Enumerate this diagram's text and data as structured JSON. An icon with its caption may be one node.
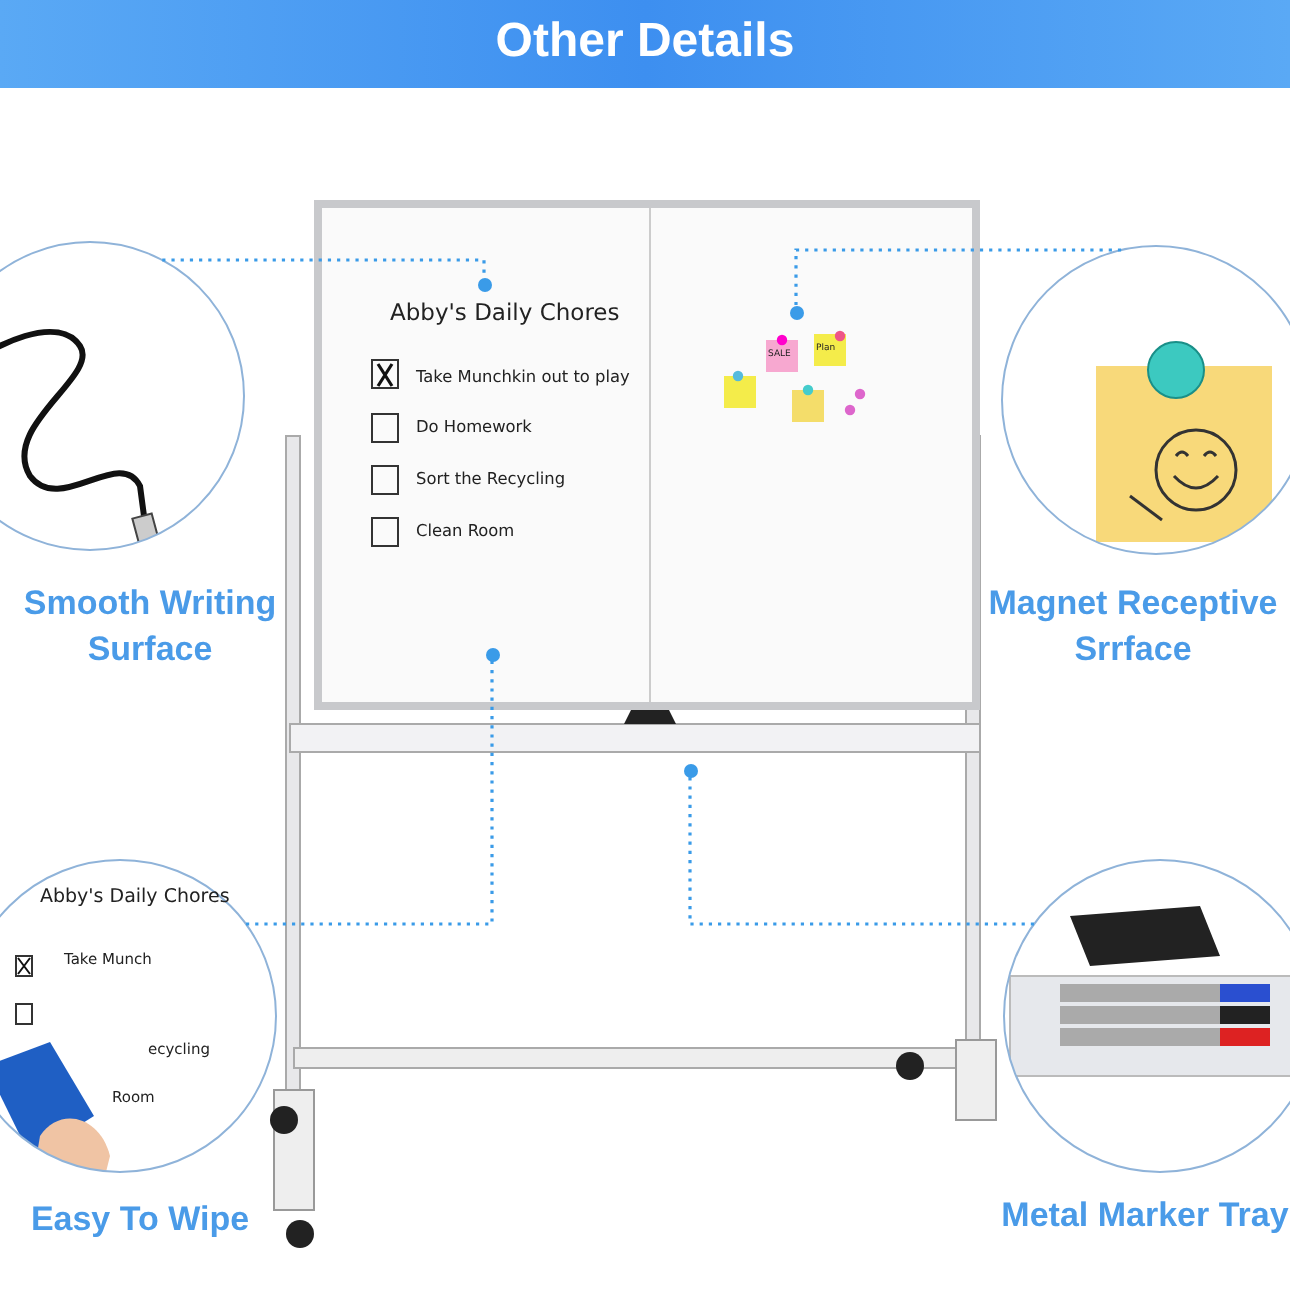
{
  "diagram": {
    "title": "Other Details",
    "nodes": [
      {
        "text": [
          "Smooth Writing Surface"
        ]
      },
      {
        "text": [
          "Magnet Receptive Srrface"
        ]
      },
      {
        "text": [
          "Easy To Wipe"
        ]
      },
      {
        "text": [
          "Metal Marker Tray"
        ]
      },
      {
        "text": [],
        "shape": "circle"
      },
      {
        "text": [],
        "shape": "circle"
      },
      {
        "text": [],
        "shape": "circle"
      },
      {
        "text": [],
        "shape": "circle"
      }
    ],
    "edges": [
      {
        "from": 0,
        "to": 4,
        "arrow": "none"
      },
      {
        "from": 1,
        "to": 5,
        "arrow": "none"
      },
      {
        "from": 2,
        "to": 6,
        "arrow": "none"
      },
      {
        "from": 3,
        "to": 7,
        "arrow": "none"
      }
    ],
    "labels": [
      "Abby's Daily Chores",
      "Take Munchkin out to play",
      "Do Homework",
      "Sort the Recycling",
      "Clean Room",
      "SALE",
      "Plan",
      "Abby's Daily Chores",
      "Take Munch",
      "ecycling",
      "Room"
    ]
  }
}
